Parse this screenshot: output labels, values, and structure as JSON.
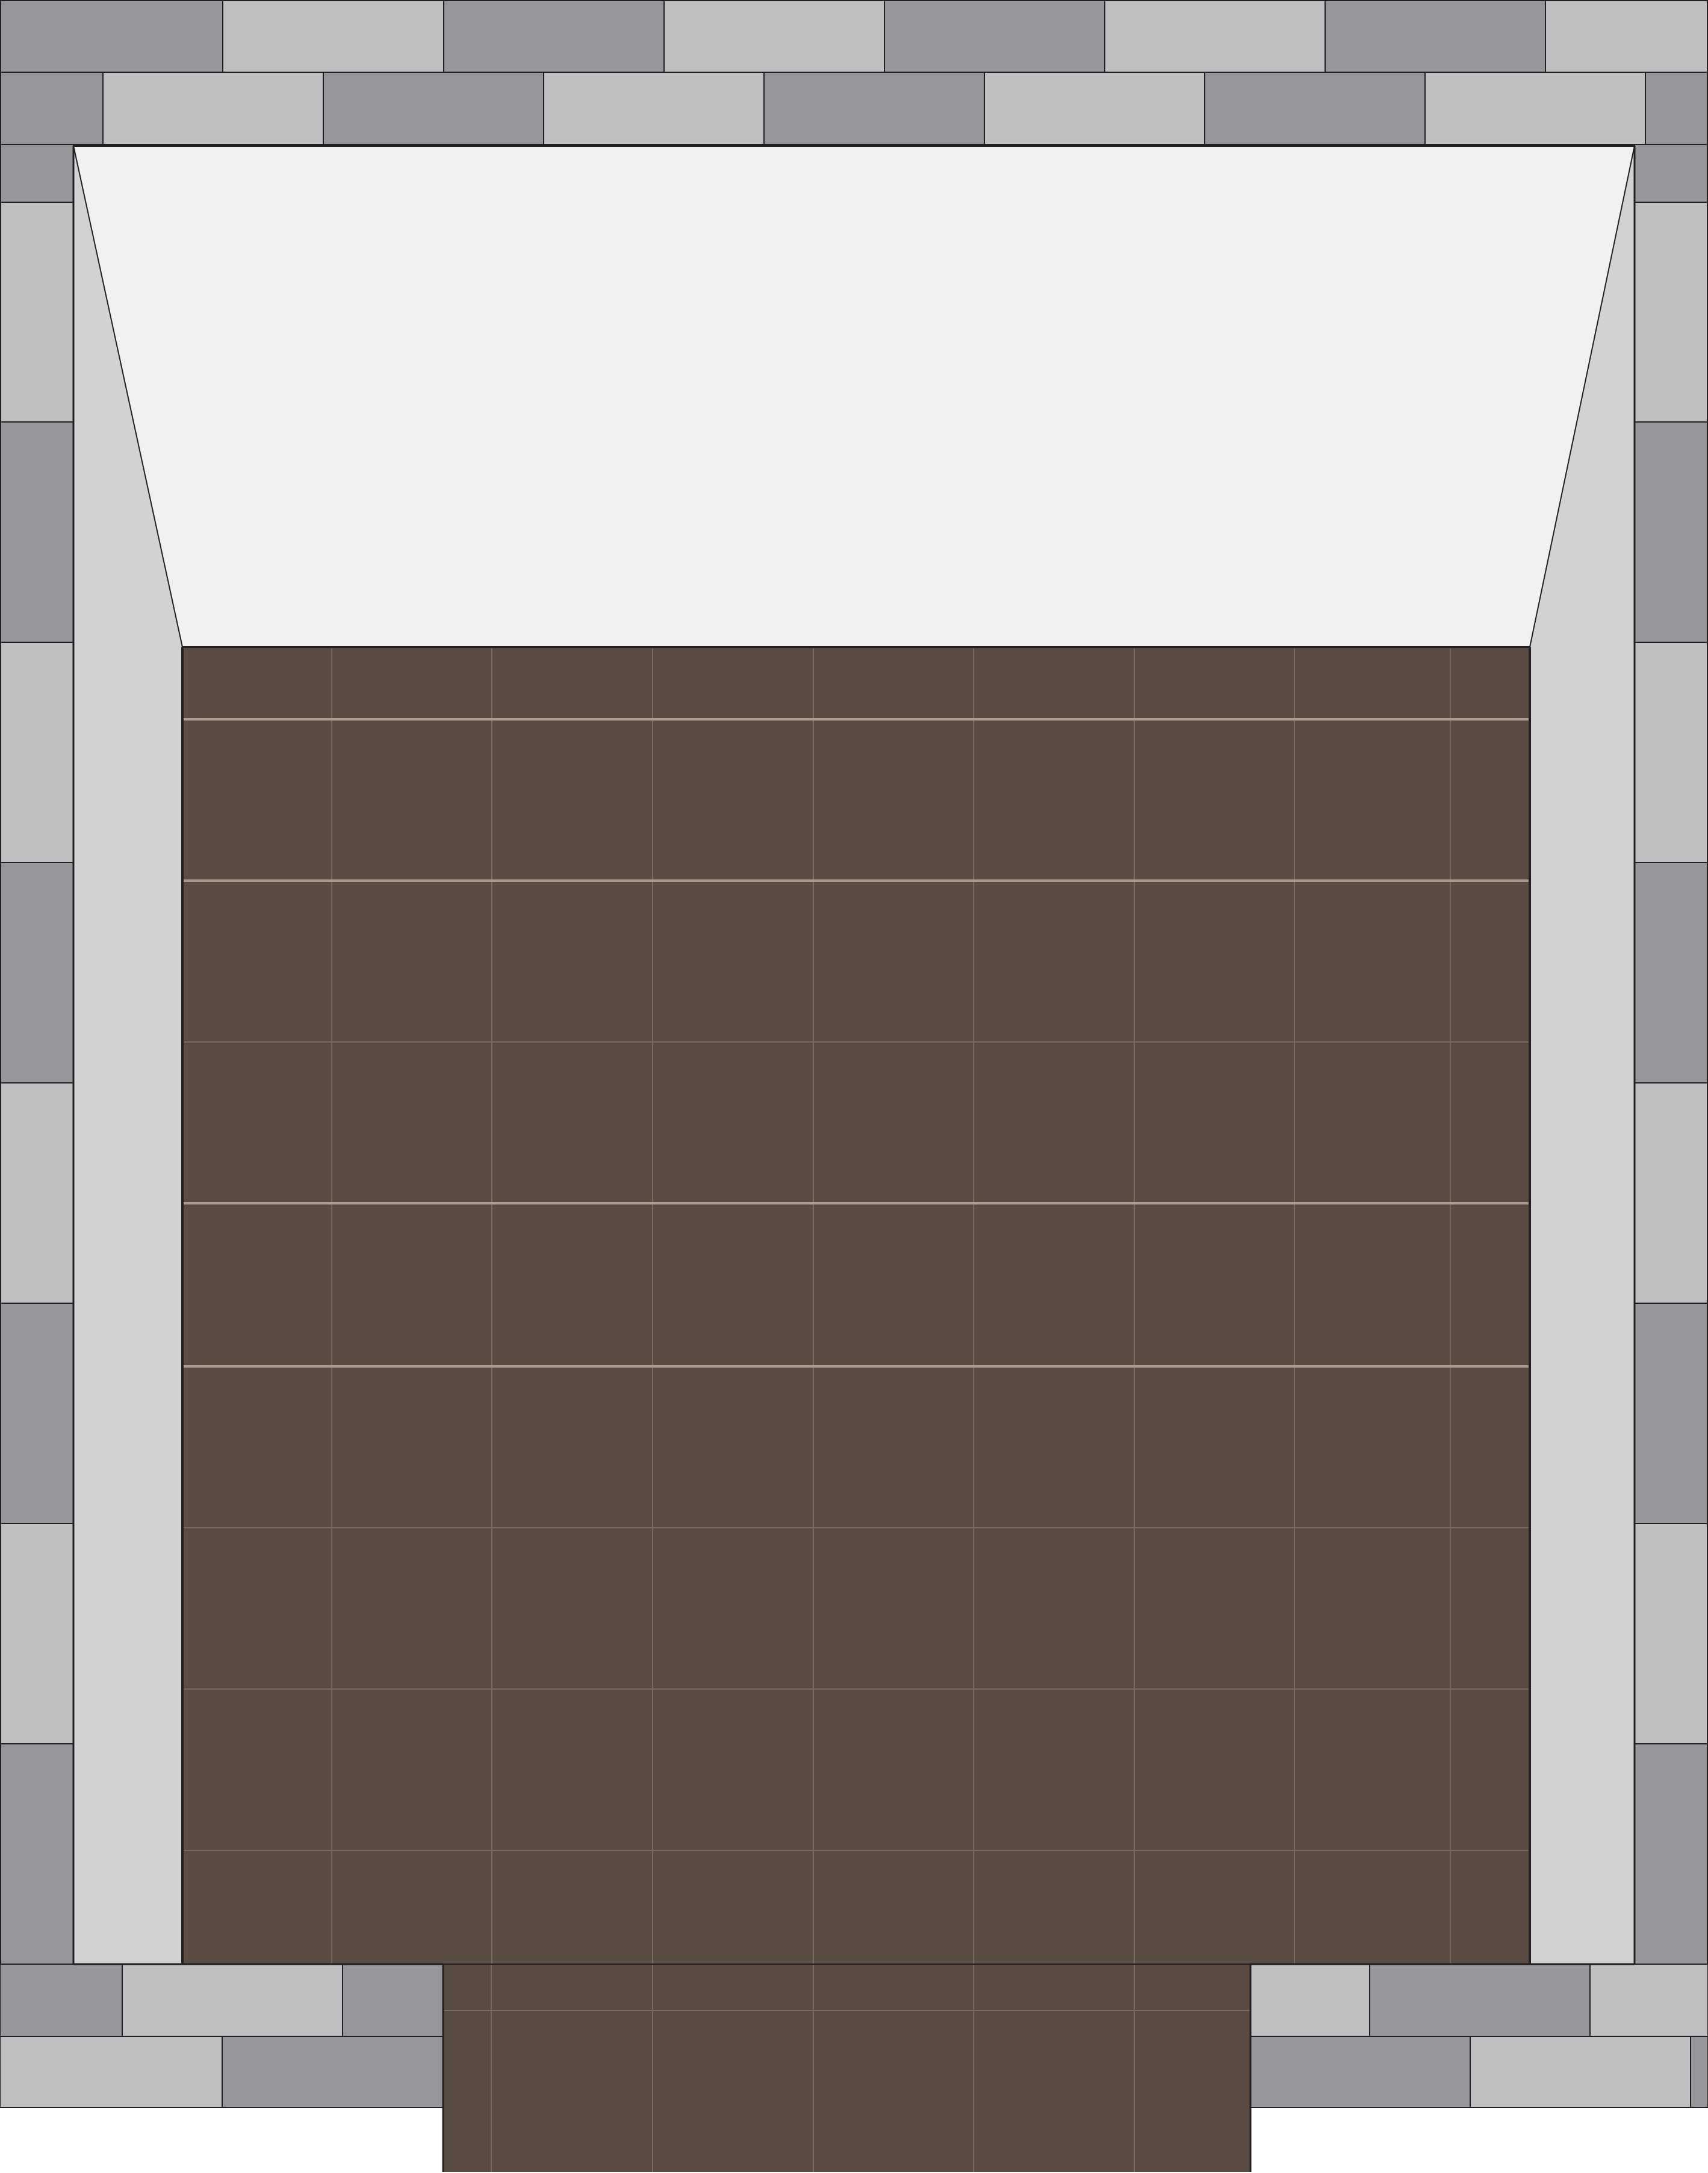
{
  "scene": {
    "description_visible_text": "",
    "colors": {
      "brick_dark": "#96979a",
      "brick_light": "#bebfc1",
      "side_wall": "#d1d2d4",
      "ceiling": "#f0f2f1",
      "floor": "#5a4c43",
      "floor_grout": "#7a6b60",
      "floor_grout_light": "#a99a8e",
      "outline": "#231f20"
    },
    "floor_tiles": {
      "columns": 9,
      "rows": 9,
      "step_extension_rows": 1
    }
  }
}
